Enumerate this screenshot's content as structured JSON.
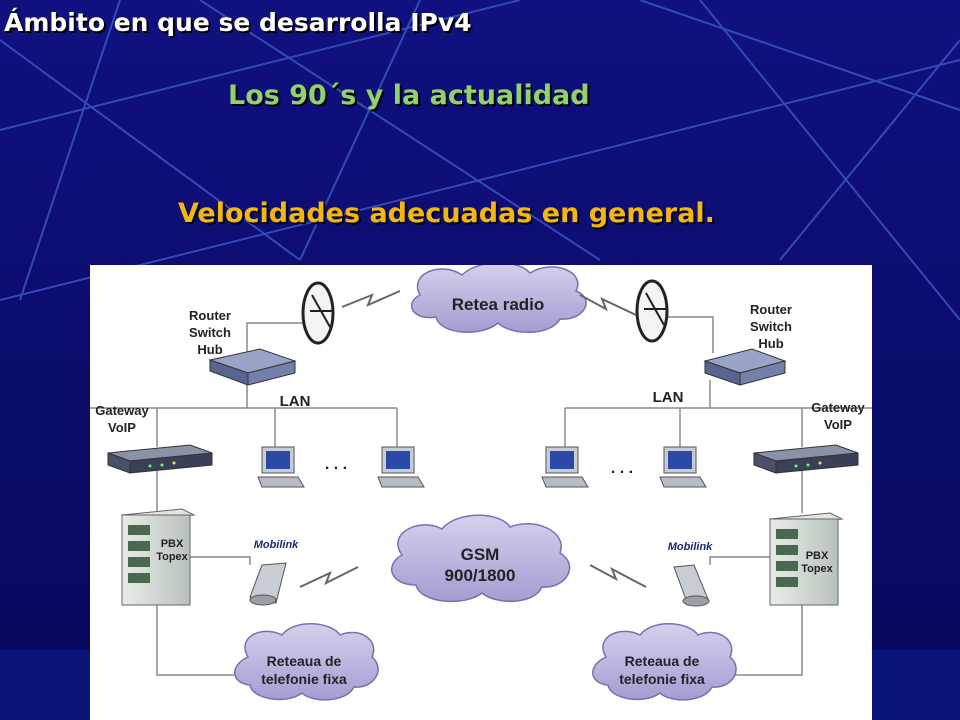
{
  "slide": {
    "title": "Ámbito en que se desarrolla IPv4",
    "subtitle": "Los 90´s y la actualidad",
    "bullet": "Velocidades adecuadas en general."
  },
  "diagram": {
    "radio_cloud": "Retea radio",
    "gsm_cloud": [
      "GSM",
      "900/1800"
    ],
    "router_label": [
      "Router",
      "Switch",
      "Hub"
    ],
    "lan_label": "LAN",
    "gateway_label": [
      "Gateway",
      "VoIP"
    ],
    "pbx_label": [
      "PBX",
      "Topex"
    ],
    "mobilink_label": "Mobilink",
    "dots": ". . .",
    "fixed_cloud": [
      "Reteaua de",
      "telefonie fixa"
    ]
  }
}
